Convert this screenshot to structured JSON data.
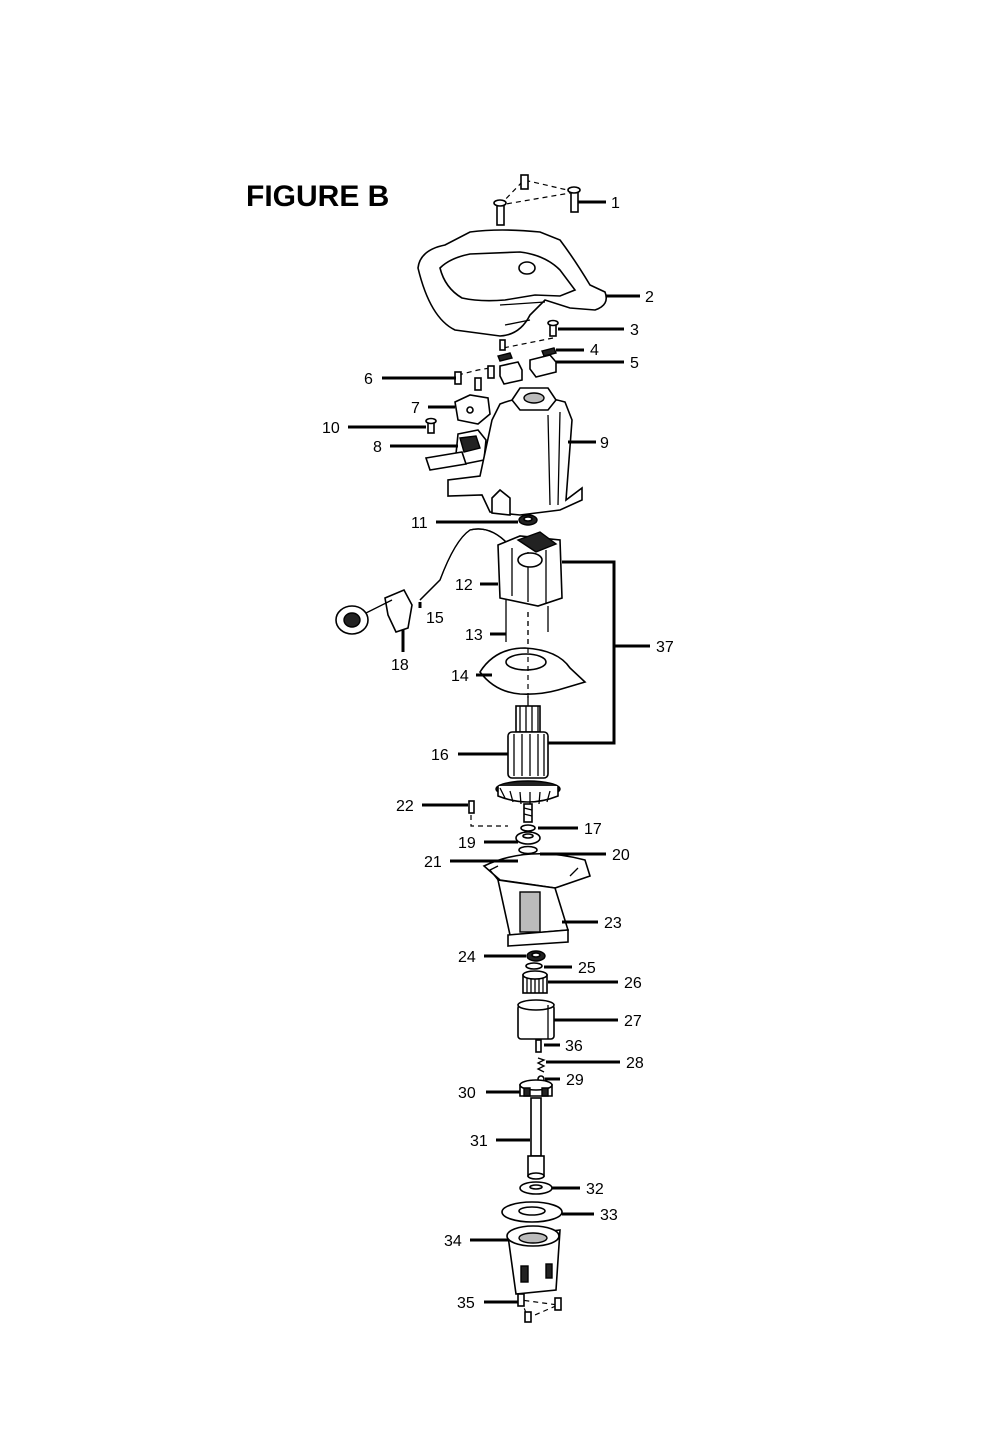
{
  "figure": {
    "title": "FIGURE B"
  },
  "parts": [
    {
      "num": "1"
    },
    {
      "num": "2"
    },
    {
      "num": "3"
    },
    {
      "num": "4"
    },
    {
      "num": "5"
    },
    {
      "num": "6"
    },
    {
      "num": "7"
    },
    {
      "num": "8"
    },
    {
      "num": "9"
    },
    {
      "num": "10"
    },
    {
      "num": "11"
    },
    {
      "num": "12"
    },
    {
      "num": "13"
    },
    {
      "num": "14"
    },
    {
      "num": "15"
    },
    {
      "num": "16"
    },
    {
      "num": "17"
    },
    {
      "num": "18"
    },
    {
      "num": "19"
    },
    {
      "num": "20"
    },
    {
      "num": "21"
    },
    {
      "num": "22"
    },
    {
      "num": "23"
    },
    {
      "num": "24"
    },
    {
      "num": "25"
    },
    {
      "num": "26"
    },
    {
      "num": "27"
    },
    {
      "num": "28"
    },
    {
      "num": "29"
    },
    {
      "num": "30"
    },
    {
      "num": "31"
    },
    {
      "num": "32"
    },
    {
      "num": "33"
    },
    {
      "num": "34"
    },
    {
      "num": "35"
    },
    {
      "num": "36"
    },
    {
      "num": "37"
    }
  ]
}
